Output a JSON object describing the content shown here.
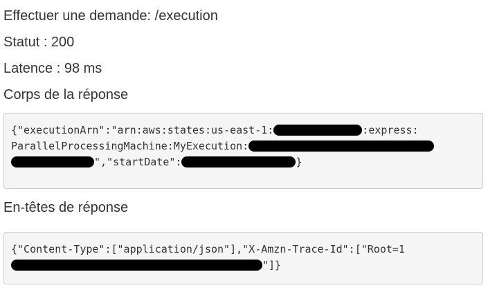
{
  "request_line": "Effectuer une demande: /execution",
  "status_line": "Statut : 200",
  "latency_line": "Latence : 98 ms",
  "response_body_heading": "Corps de la réponse",
  "response_body": {
    "line1_prefix": "{\"executionArn\":\"arn:aws:states:us-east-1:",
    "line1_suffix": ":express:",
    "line2_prefix": "ParallelProcessingMachine:MyExecution:",
    "line3_middle": "\",\"startDate\":",
    "line3_suffix": "}"
  },
  "response_headers_heading": "En-têtes de réponse",
  "response_headers": {
    "line1": "{\"Content-Type\":[\"application/json\"],\"X-Amzn-Trace-Id\":[\"Root=1",
    "line2_suffix": "\"]}"
  }
}
